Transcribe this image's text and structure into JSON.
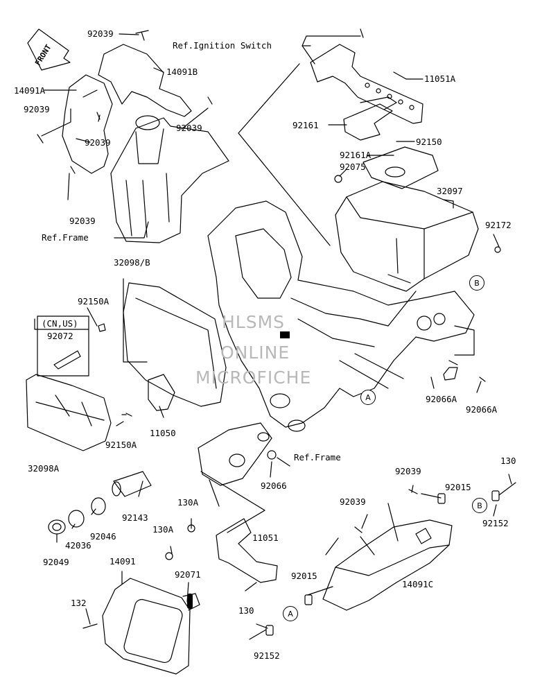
{
  "front_label": "FRONT",
  "watermark": [
    "HLSMS",
    "ONLINE",
    "MICROFICHE"
  ],
  "labels": {
    "ref_ignition_switch": "Ref.Ignition Switch",
    "ref_frame_upper": "Ref.Frame",
    "ref_frame_lower": "Ref.Frame",
    "cn_us": "(CN,US)",
    "p92039_a": "92039",
    "p14091b": "14091B",
    "p14091a": "14091A",
    "p92039_b": "92039",
    "p92039_c": "92039",
    "p92039_d": "92039",
    "p92039_e": "92039",
    "p11051a": "11051A",
    "p92161": "92161",
    "p92150": "92150",
    "p92161a": "92161A",
    "p92075": "92075",
    "p32097": "32097",
    "p92172": "92172",
    "p32098b": "32098/B",
    "p92150a_a": "92150A",
    "p92072": "92072",
    "p11050": "11050",
    "p92150a_b": "92150A",
    "p32098a": "32098A",
    "p92066a_a": "92066A",
    "p92066a_b": "92066A",
    "p92066": "92066",
    "p92143": "92143",
    "p92046": "92046",
    "p42036": "42036",
    "p92049": "92049",
    "p130a_a": "130A",
    "p130a_b": "130A",
    "p11051": "11051",
    "p14091": "14091",
    "p92071": "92071",
    "p132": "132",
    "p92039_f": "92039",
    "p92039_g": "92039",
    "p92015_a": "92015",
    "p130_a": "130",
    "p92152_a": "92152",
    "p14091c": "14091C",
    "p92015_b": "92015",
    "p130_b": "130",
    "p92152_b": "92152"
  },
  "callouts": {
    "b1": "B",
    "a1": "A",
    "a2": "A",
    "b2": "B"
  }
}
